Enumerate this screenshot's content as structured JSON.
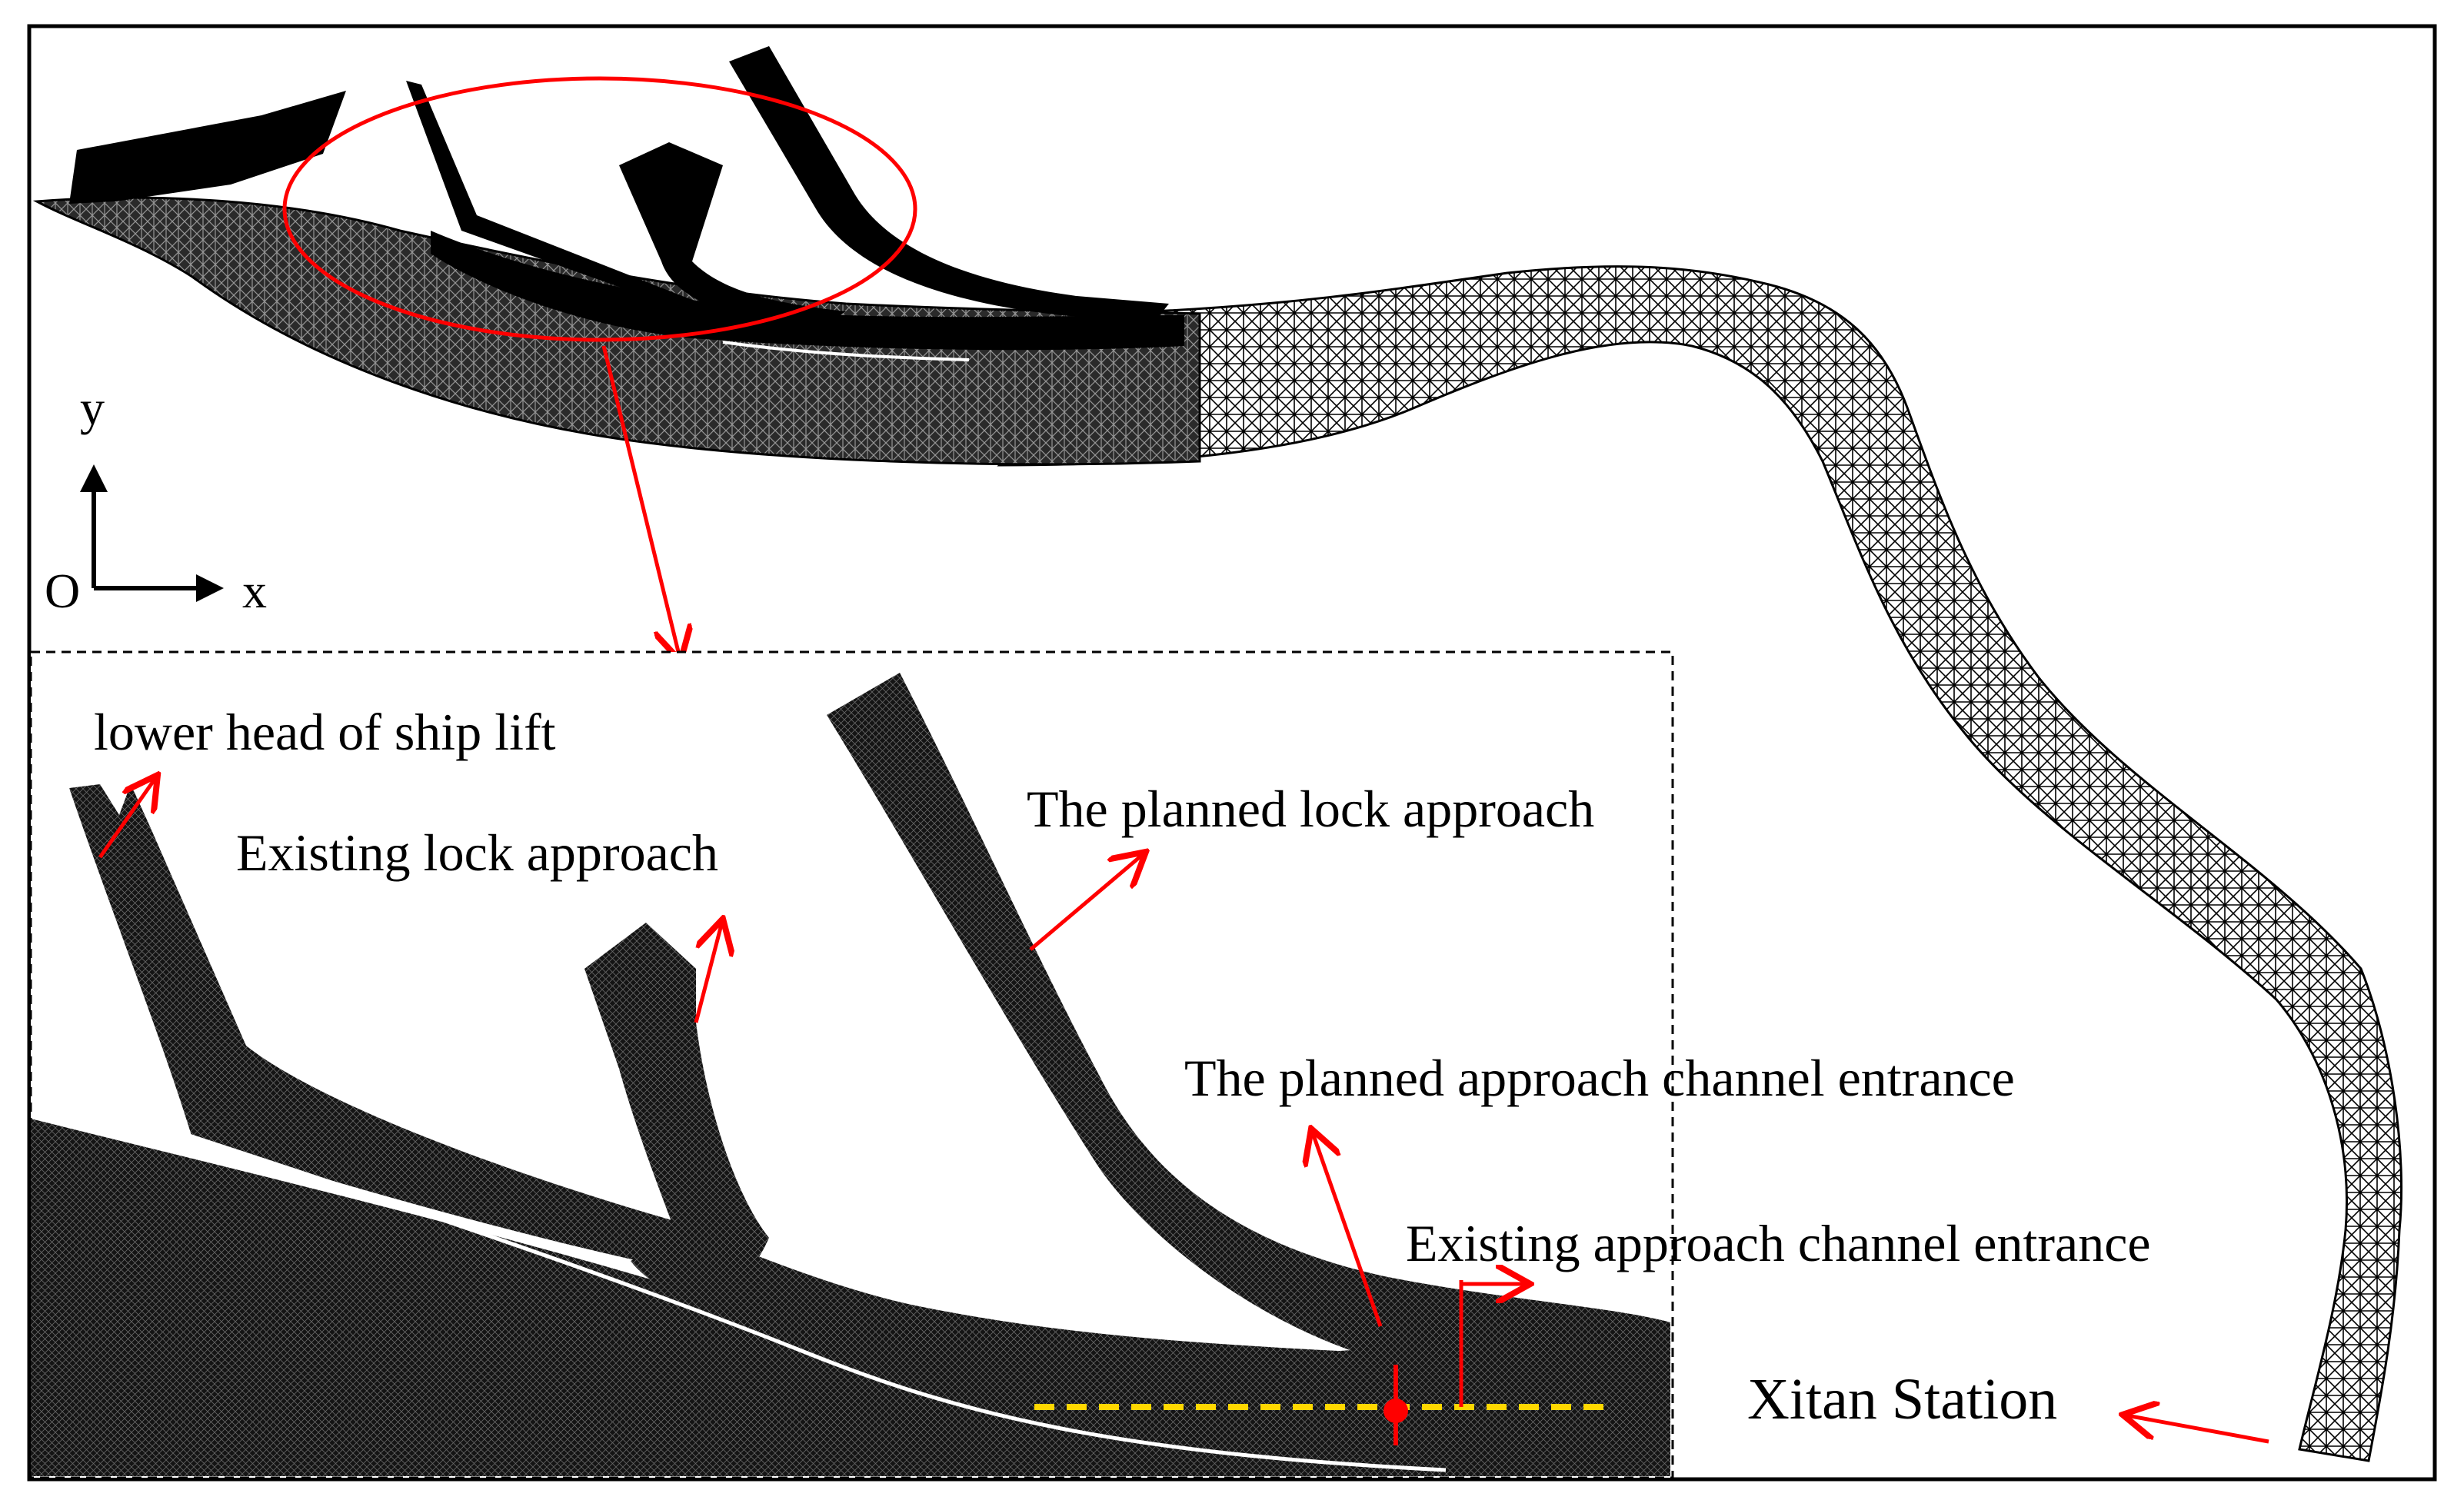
{
  "figure": {
    "labels": {
      "lower_head": "lower head of ship lift",
      "existing_lock": "Existing lock approach",
      "planned_lock": "The planned lock approach",
      "planned_entrance": "The planned approach channel entrance",
      "existing_entrance": "Existing approach channel entrance",
      "station": "Xitan Station"
    },
    "axes": {
      "y": "y",
      "x": "x",
      "origin": "O"
    },
    "colors": {
      "annotation": "#ff0000",
      "mesh": "#000000",
      "channel_centerline": "#ffd700",
      "frame": "#000000"
    }
  }
}
